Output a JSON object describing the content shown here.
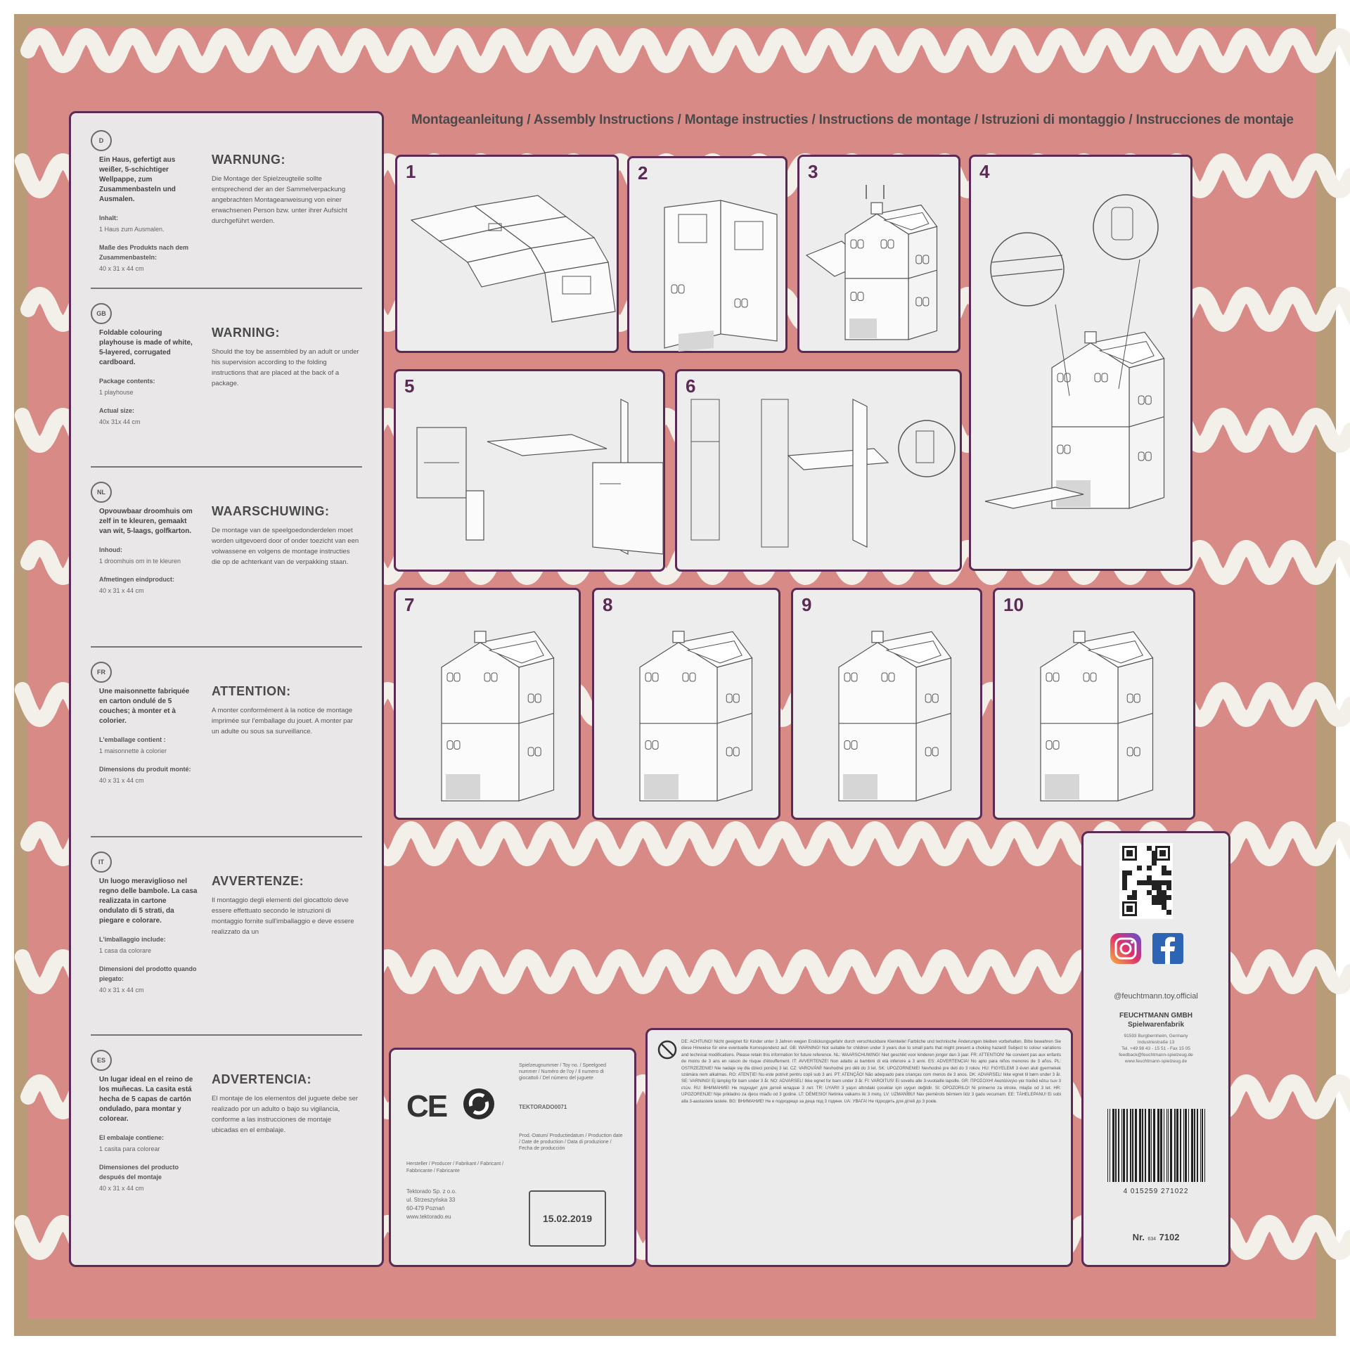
{
  "colors": {
    "pink": "#d88a87",
    "wave": "#f3efe9",
    "frame": "#5b2a55",
    "panel": "#e9e7e7",
    "cardboard": "#c9b08b"
  },
  "title": "Montageanleitung / Assembly Instructions / Montage instructies / Instructions de montage / Istruzioni di montaggio / Instrucciones de montaje",
  "languages": [
    {
      "code": "D",
      "desc": "Ein Haus, gefertigt aus weißer, 5-schichtiger Wellpappe, zum Zusammenbasteln und Ausmalen.",
      "content_label": "Inhalt:",
      "content_value": "1 Haus zum Ausmalen.",
      "size_label": "Maße des Produkts nach dem Zusammenbasteln:",
      "size_value": "40 x 31 x 44 cm",
      "warn_title": "WARNUNG:",
      "warn_text": "Die Montage der Spielzeugteile sollte entsprechend der an der Sammelverpackung angebrachten Montageanweisung von einer erwachsenen Person bzw. unter ihrer Aufsicht durchgeführt werden."
    },
    {
      "code": "GB",
      "desc": "Foldable colouring playhouse is made of white, 5-layered, corrugated cardboard.",
      "content_label": "Package contents:",
      "content_value": "1 playhouse",
      "size_label": "Actual size:",
      "size_value": "40x 31x 44 cm",
      "warn_title": "WARNING:",
      "warn_text": "Should the toy be assembled by an adult or under his supervision according to the folding instructions that are placed at the back of a package."
    },
    {
      "code": "NL",
      "desc": "Opvouwbaar droomhuis om zelf in te kleuren, gemaakt van wit, 5-laags, golfkarton.",
      "content_label": "Inhoud:",
      "content_value": "1 droomhuis om in te kleuren",
      "size_label": "Afmetingen eindproduct:",
      "size_value": "40 x 31 x 44 cm",
      "warn_title": "WAARSCHUWING:",
      "warn_text": "De montage van de speelgoedonderdelen moet worden uitgevoerd door of onder toezicht van een volwassene en volgens de montage instructies die op de achterkant van de verpakking staan."
    },
    {
      "code": "FR",
      "desc": "Une maisonnette fabriquée en carton ondulé de 5 couches; à monter et à colorier.",
      "content_label": "L'emballage contient :",
      "content_value": "1 maisonnette à colorier",
      "size_label": "Dimensions du produit monté:",
      "size_value": "40 x 31 x 44 cm",
      "warn_title": "ATTENTION:",
      "warn_text": "A monter conformément à la notice de montage imprimée sur l'emballage du jouet. A monter par un adulte ou sous sa surveillance."
    },
    {
      "code": "IT",
      "desc": "Un luogo meraviglioso nel regno delle bambole. La casa realizzata in cartone ondulato di 5 strati, da piegare e colorare.",
      "content_label": "L'imballaggio include:",
      "content_value": "1 casa da colorare",
      "size_label": "Dimensioni del prodotto quando piegato:",
      "size_value": "40 x 31 x 44 cm",
      "warn_title": "AVVERTENZE:",
      "warn_text": "Il montaggio degli elementi del giocattolo deve essere effettuato secondo le istruzioni di montaggio fornite sull'imballaggio e deve essere realizzato da un"
    },
    {
      "code": "ES",
      "desc": "Un lugar ideal en el reino de los muñecas. La casita está hecha de 5 capas de cartón ondulado, para montar y colorear.",
      "content_label": "El embalaje contiene:",
      "content_value": "1 casita para colorear",
      "size_label": "Dimensiones del producto después del montaje",
      "size_value": "40 x 31 x 44 cm",
      "warn_title": "ADVERTENCIA:",
      "warn_text": "El montaje de los elementos del juguete debe ser realizado por un adulto o bajo su vigilancia, conforme a las instrucciones de montaje ubicadas en el embalaje."
    }
  ],
  "steps": [
    "1",
    "2",
    "3",
    "4",
    "5",
    "6",
    "7",
    "8",
    "9",
    "10"
  ],
  "info": {
    "ce": "CE",
    "toyno_label": "Spielzeugnummer / Toy no. / Speelgoed nummer / Numéro de l'oy / Il numero di giocattoli / Del número del juguete",
    "toyno_value": "TEKTORADO0071",
    "proddate_label": "Prod.-Datum/ Productiedatum / Production date / Date de production / Data di produzione / Fecha de producción",
    "maker_label": "Hersteller / Producer / Fabrikant / Fabricant / Fabbricante / Fabricante",
    "maker_lines": [
      "Tektorado Sp. z o.o.",
      "ul. Strzeszyńska 33",
      "60-479 Poznań",
      "www.tektorado.eu"
    ],
    "date": "15.02.2019"
  },
  "warning_small": "DE: ACHTUNG! Nicht geeignet für Kinder unter 3 Jahren wegen Erstickungsgefahr durch verschluckbare Kleinteile! Farbliche und technische Änderungen bleiben vorbehalten. Bitte bewahren Sie diese Hinweise für eine eventuelle Korrespondenz auf. GB: WARNING! Not suitable for children under 3 years due to small parts that might present a choking hazard! Subject to colour variations and technical modifications. Please retain this information for future reference. NL: WAARSCHUWING! Niet geschikt voor kinderen jonger dan 3 jaar. FR: ATTENTION! Ne convient pas aux enfants de moins de 3 ans en raison de risque d'étouffement. IT: AVVERTENZE! Non adatto ai bambini di età inferiore a 3 anni. ES: ADVERTENCIA! No apto para niños menores de 3 años. PL: OSTRZEŻENIE! Nie nadaje się dla dzieci poniżej 3 lat. CZ: VAROVÁNÍ! Nevhodné pro děti do 3 let. SK: UPOZORNENIE! Nevhodné pre deti do 3 rokov. HU: FIGYELEM! 3 éven aluli gyermekek számára nem alkalmas. RO: ATENȚIE! Nu este potrivit pentru copii sub 3 ani. PT: ATENÇÃO! Não adequado para crianças com menos de 3 anos. DK: ADVARSEL! Ikke egnet til børn under 3 år. SE: VARNING! Ej lämplig för barn under 3 år. NO: ADVARSEL! Ikke egnet for barn under 3 år. FI: VAROITUS! Ei sovellu alle 3-vuotiaille lapsille. GR: ΠΡΟΣΟΧΗ! Ακατάλληλο για παιδιά κάτω των 3 ετών. RU: ВНИМАНИЕ! Не подходит для детей младше 3 лет. TR: UYARI! 3 yaşın altındaki çocuklar için uygun değildir. SI: OPOZORILO! Ni primerno za otroke, mlajše od 3 let. HR: UPOZORENJE! Nije prikladno za djecu mlađu od 3 godine. LT: DĖMESIO! Netinka vaikams iki 3 metų. LV: UZMANĪBU! Nav piemērots bērniem līdz 3 gadu vecumam. EE: TÄHELEPANU! Ei sobi alla 3-aastastele lastele. BG: ВНИМАНИЕ! Не е подходящо за деца под 3 години. UA: УВАГА! Не підходить для дітей до 3 років.",
  "company": {
    "handle": "@feuchtmann.toy.official",
    "name": "FEUCHTMANN GMBH",
    "subtitle": "Spielwarenfabrik",
    "address": [
      "91593 Burgbernheim, Germany",
      "Industriestraße 13",
      "Tel. +49 98 43 - 15 51 - Fax 15 05",
      "feedback@feuchtmann-spielzeug.de",
      "www.feuchtmann-spielzeug.de"
    ],
    "barcode": "4 015259 271022",
    "nr_label": "Nr.",
    "nr_small": "634",
    "nr_value": "7102"
  }
}
